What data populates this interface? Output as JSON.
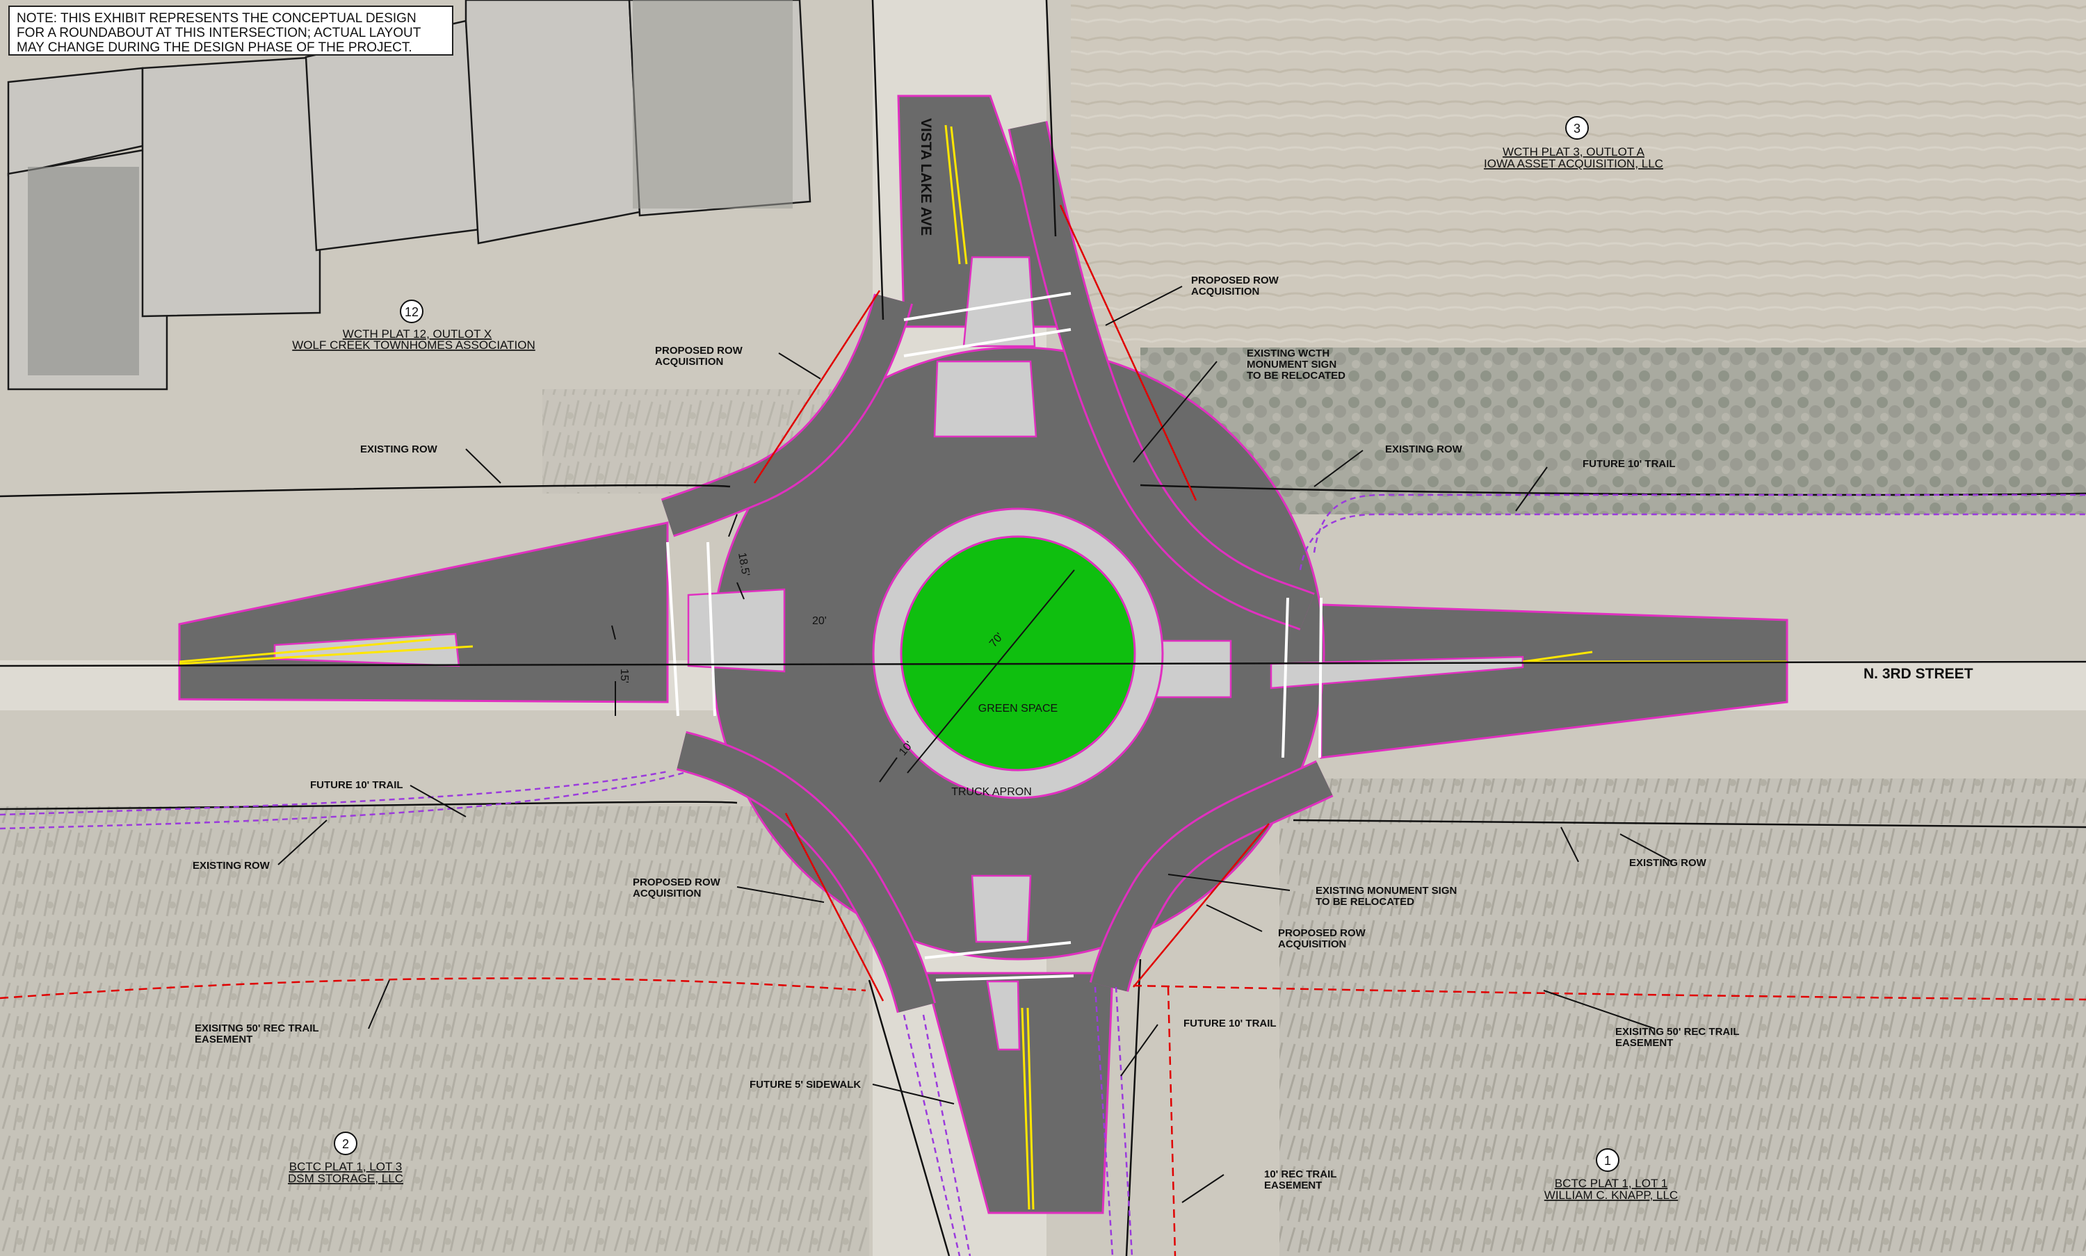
{
  "note": {
    "lines": [
      "NOTE: THIS EXHIBIT REPRESENTS THE CONCEPTUAL DESIGN",
      "FOR A ROUNDABOUT AT THIS INTERSECTION; ACTUAL LAYOUT",
      "MAY CHANGE DURING THE DESIGN PHASE OF THE PROJECT."
    ]
  },
  "streets": {
    "north_south": "VISTA LAKE AVE",
    "east_west": "N. 3RD STREET"
  },
  "parcels": [
    {
      "number": "12",
      "line1": "WCTH PLAT 12, OUTLOT X",
      "line2": "WOLF CREEK TOWNHOMES ASSOCIATION"
    },
    {
      "number": "3",
      "line1": "WCTH PLAT 3, OUTLOT A",
      "line2": "IOWA ASSET ACQUISITION, LLC"
    },
    {
      "number": "2",
      "line1": "BCTC PLAT 1, LOT 3",
      "line2": "DSM STORAGE, LLC"
    },
    {
      "number": "1",
      "line1": "BCTC PLAT 1, LOT 1",
      "line2": "WILLIAM C. KNAPP, LLC"
    }
  ],
  "callouts": {
    "row_acq_nw": [
      "PROPOSED ROW",
      "ACQUISITION"
    ],
    "row_acq_ne": [
      "PROPOSED ROW",
      "ACQUISITION"
    ],
    "row_acq_sw": [
      "PROPOSED ROW",
      "ACQUISITION"
    ],
    "row_acq_se": [
      "PROPOSED ROW",
      "ACQUISITION"
    ],
    "existing_row_nw": [
      "EXISTING ROW"
    ],
    "existing_row_ne": [
      "EXISTING ROW"
    ],
    "existing_row_sw": [
      "EXISTING ROW"
    ],
    "existing_row_se": [
      "EXISTING ROW"
    ],
    "wcth_sign": [
      "EXISTING WCTH",
      "MONUMENT SIGN",
      "TO BE RELOCATED"
    ],
    "monument_sign": [
      "EXISTING MONUMENT SIGN",
      "TO BE RELOCATED"
    ],
    "trail_ne": [
      "FUTURE 10' TRAIL"
    ],
    "trail_sw": [
      "FUTURE 10' TRAIL"
    ],
    "trail_s": [
      "FUTURE 10' TRAIL"
    ],
    "easement_sw": [
      "EXISITNG 50' REC TRAIL",
      "EASEMENT"
    ],
    "easement_se": [
      "EXISITNG 50' REC TRAIL",
      "EASEMENT"
    ],
    "rec_easement": [
      "10' REC TRAIL",
      "EASEMENT"
    ],
    "sidewalk": [
      "FUTURE 5' SIDEWALK"
    ]
  },
  "roundabout": {
    "center_label": "GREEN SPACE",
    "apron_label": "TRUCK APRON",
    "dim_diameter": "70'",
    "dim_apron": "10'",
    "dim_lane": "20'",
    "dim_entry": "18.5'",
    "dim_splitter": "15'"
  },
  "colors": {
    "pavement": "#6a6a6a",
    "apron": "#cdcdcd",
    "green_space": "#0fbf0f",
    "row_line": "#e00000",
    "magenta_edge": "#e030c0",
    "trail": "#9b3bdc",
    "centerline": "#ffe600"
  }
}
